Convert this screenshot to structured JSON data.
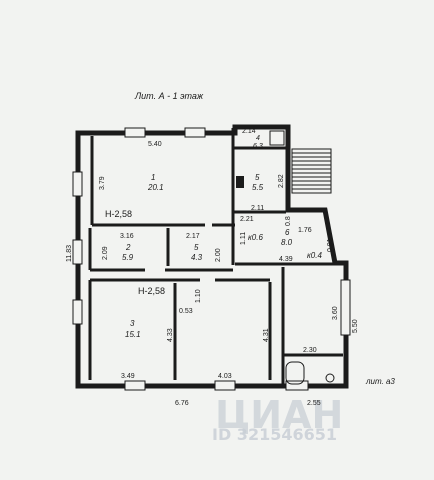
{
  "title": "Лит. А - 1 этаж",
  "lit_label": "лит. а3",
  "watermark": {
    "brand": "ЦИАН",
    "id": "ID 321546651"
  },
  "rooms": [
    {
      "num": "1",
      "area": "20.1"
    },
    {
      "num": "2",
      "area": "5.9"
    },
    {
      "num": "3",
      "area": "15.1"
    },
    {
      "num": "5",
      "area": "4.3"
    },
    {
      "num": "5",
      "area": "5.5"
    },
    {
      "num": "6",
      "area": "8.0"
    },
    {
      "num": "4",
      "area": "6.3"
    }
  ],
  "corridors": [
    "к0.6",
    "к0.4"
  ],
  "heights": [
    "Н-2,58",
    "Н-2,58"
  ],
  "dims": {
    "top_5_40": "5.40",
    "top_2_14": "2.14",
    "left_3_79": "3.79",
    "left_11_83": "11.83",
    "r_2_82": "2.82",
    "d_2_11": "2.11",
    "d_2_21": "2.21",
    "d_0_8": "0.8",
    "d_1_76": "1.76",
    "d_0_91": "0.91",
    "d_3_16": "3.16",
    "d_2_17": "2.17",
    "d_2_00": "2.00",
    "d_2_09": "2.09",
    "d_1_11": "1.11",
    "d_4_39": "4.39",
    "d_1_10": "1.10",
    "d_0_53": "0.53",
    "d_4_33": "4.33",
    "d_4_31": "4.31",
    "d_3_60": "3.60",
    "d_5_50": "5.50",
    "d_2_30": "2.30",
    "d_3_49": "3.49",
    "d_4_03": "4.03",
    "d_6_76": "6.76",
    "d_2_55": "2.55"
  }
}
